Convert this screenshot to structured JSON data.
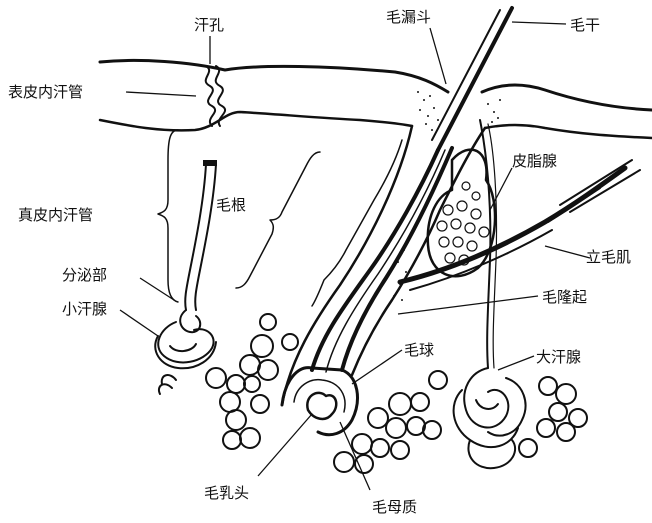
{
  "diagram": {
    "labels": {
      "sweat_pore": "汗孔",
      "hair_funnel": "毛漏斗",
      "hair_shaft": "毛干",
      "epidermal_sweat_duct": "表皮内汗管",
      "sebaceous_gland": "皮脂腺",
      "hair_root": "毛根",
      "dermal_sweat_duct": "真皮内汗管",
      "arrector_pili": "立毛肌",
      "secretory_part": "分泌部",
      "small_sweat_gland": "小汗腺",
      "hair_bulge": "毛隆起",
      "hair_bulb": "毛球",
      "large_sweat_gland": "大汗腺",
      "hair_papilla": "毛乳头",
      "hair_matrix": "毛母质"
    },
    "colors": {
      "ink": "#111111",
      "background": "#ffffff"
    }
  }
}
